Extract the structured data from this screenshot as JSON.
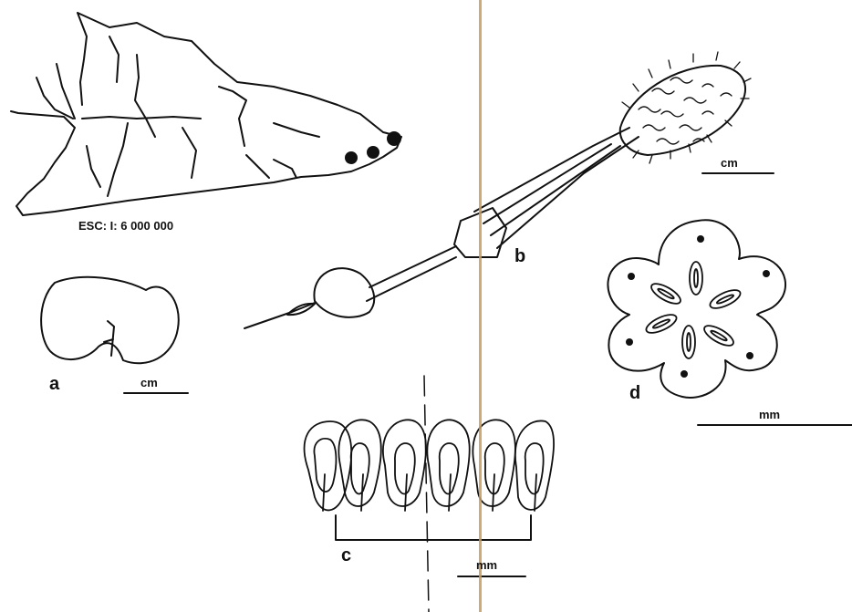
{
  "map": {
    "scale_label": "ESC: I: 6 000 000",
    "record_dots": 3
  },
  "figures": {
    "a": {
      "letter": "a",
      "scale_unit": "cm"
    },
    "b": {
      "letter": "b",
      "scale_unit": "cm"
    },
    "c": {
      "letter": "c",
      "scale_unit": "mm"
    },
    "d": {
      "letter": "d",
      "scale_unit": "mm"
    }
  },
  "colors": {
    "ink": "#111111",
    "paper": "#ffffff",
    "fold_seam": "#c89b5a"
  }
}
